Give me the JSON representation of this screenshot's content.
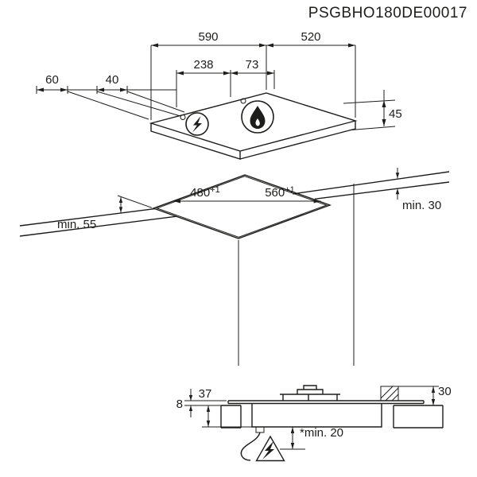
{
  "document": {
    "code": "PSGBHO180DE00017"
  },
  "colors": {
    "line": "#1d1d1b",
    "background": "#ffffff"
  },
  "hob_view": {
    "dim_width": "590",
    "dim_depth": "520",
    "dim_burner_spacing": "238",
    "dim_burner_to_edge": "73",
    "dim_offset_left": "60",
    "dim_offset_front": "40",
    "dim_height": "45",
    "icons": [
      "lightning-burner-icon",
      "flame-burner-icon",
      "ignition-dot"
    ]
  },
  "cutout_view": {
    "dim_cutout_depth": "480",
    "tol_cutout_depth": "+1",
    "dim_cutout_width": "560",
    "tol_cutout_width": "+1",
    "dim_min_front": "min. 55",
    "dim_min_rear": "min. 30"
  },
  "section_view": {
    "dim_above_worktop": "8",
    "dim_below_worktop": "37",
    "dim_rear_height": "30",
    "dim_min_clearance": "*min. 20",
    "warning_icon": "electric-shock-warning-icon"
  }
}
